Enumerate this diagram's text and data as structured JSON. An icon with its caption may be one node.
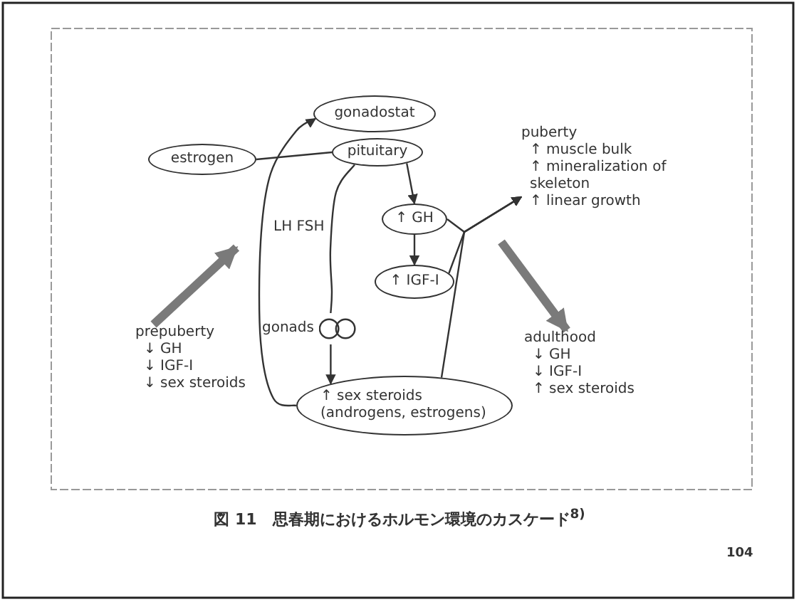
{
  "diagram": {
    "caption": "図 11　思春期におけるホルモン環境のカスケード$^{8)}$",
    "nodes": [
      {
        "text": [
          "gonadostat"
        ]
      },
      {
        "text": [
          "estrogen"
        ]
      },
      {
        "text": [
          "pituitary"
        ]
      },
      {
        "text": [
          "↑ GH"
        ]
      },
      {
        "text": [
          "↑ IGF-I"
        ]
      },
      {
        "text": [
          "gonads"
        ]
      },
      {
        "text": [
          "↑ sex steroids (androgens, estrogens)"
        ]
      },
      {
        "text": [
          "prepuberty",
          "↓ GH",
          "↓ IGF-I",
          "↓ sex steroids"
        ]
      },
      {
        "text": [
          "puberty",
          "↑ muscle bulk",
          "↑ mineralization of skeleton",
          "↑ linear growth"
        ]
      },
      {
        "text": [
          "adulthood",
          "↓ GH",
          "↓ IGF-I",
          "↑ sex steroids"
        ]
      }
    ],
    "edges": [
      {
        "from": 2,
        "to": 3,
        "arrow": "to"
      },
      {
        "from": 3,
        "to": 4,
        "arrow": "to"
      },
      {
        "from": 3,
        "to": 8,
        "arrow": "to"
      },
      {
        "from": 4,
        "to": 8,
        "arrow": "to"
      },
      {
        "from": 6,
        "to": 8,
        "arrow": "to"
      },
      {
        "from": 2,
        "to": 5,
        "arrow": "none",
        "label": "LH FSH"
      },
      {
        "from": 5,
        "to": 6,
        "arrow": "to"
      },
      {
        "from": 6,
        "to": 0,
        "arrow": "to"
      },
      {
        "from": 1,
        "to": 2,
        "arrow": "none"
      },
      {
        "from": 7,
        "to": null,
        "arrow": "to",
        "style": "thick",
        "color": "#7a7a7a"
      },
      {
        "from": null,
        "to": 9,
        "arrow": "to",
        "style": "thick",
        "color": "#7a7a7a"
      }
    ],
    "labels": [
      "104"
    ]
  }
}
